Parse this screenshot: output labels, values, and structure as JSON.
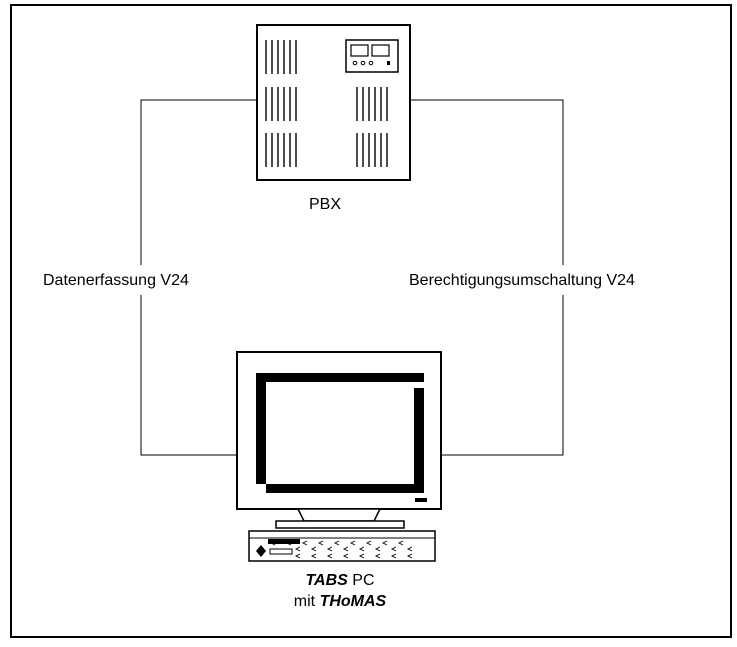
{
  "diagram": {
    "pbx": {
      "label": "PBX"
    },
    "links": {
      "left_label": "Datenerfassung V24",
      "right_label": "Berechtigungsumschaltung V24"
    },
    "pc": {
      "line1_bold": "TABS",
      "line1_rest": " PC",
      "line2_plain": "mit ",
      "line2_bold": "THoMAS"
    }
  }
}
